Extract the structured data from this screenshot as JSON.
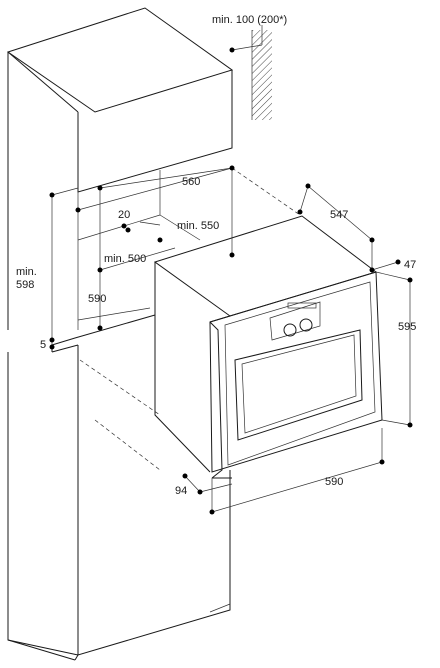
{
  "dimensions": {
    "top_clearance": "min. 100 (200*)",
    "niche_width": "560",
    "niche_depth": "min. 550",
    "niche_depth_inner": "min. 500",
    "vent_gap": "20",
    "niche_height_line1": "min.",
    "niche_height_line2": "598",
    "niche_height_inner": "590",
    "shelf_offset": "5",
    "appliance_depth": "547",
    "front_depth": "47",
    "appliance_height": "595",
    "door_projection": "94",
    "appliance_width": "590"
  }
}
